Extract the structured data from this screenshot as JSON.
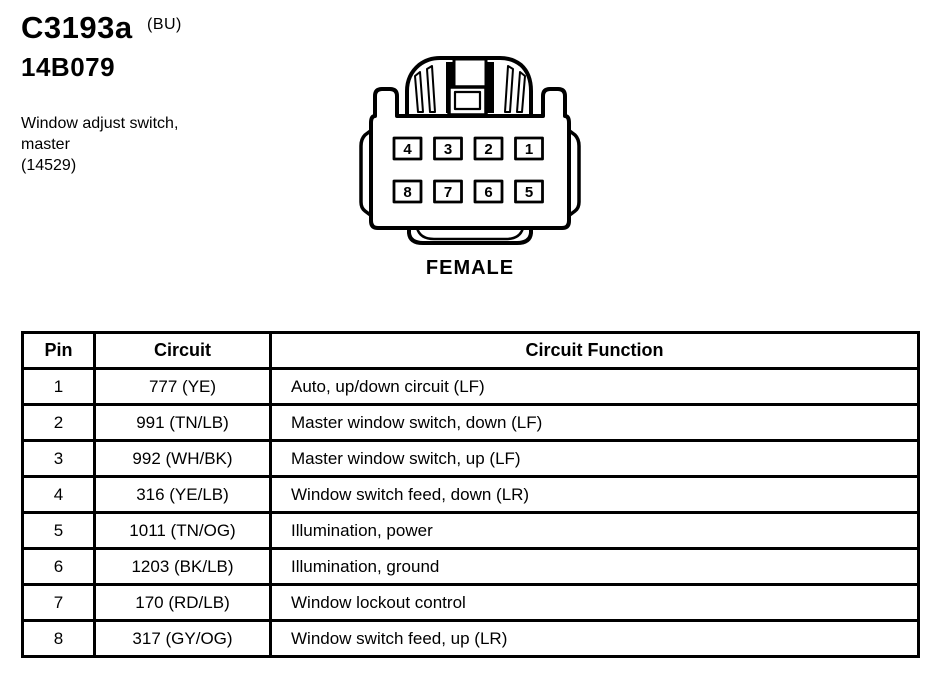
{
  "page": {
    "connector_id": "C3193a",
    "connector_suffix": "(BU)",
    "part_number": "14B079",
    "description_lines": [
      "Window adjust switch,",
      "master",
      "(14529)"
    ],
    "gender_label": "FEMALE"
  },
  "connector": {
    "pins_top_row": [
      "4",
      "3",
      "2",
      "1"
    ],
    "pins_bottom_row": [
      "8",
      "7",
      "6",
      "5"
    ]
  },
  "table": {
    "headers": [
      "Pin",
      "Circuit",
      "Circuit Function"
    ],
    "rows": [
      {
        "pin": "1",
        "circuit": "777 (YE)",
        "function": "Auto, up/down circuit (LF)"
      },
      {
        "pin": "2",
        "circuit": "991 (TN/LB)",
        "function": "Master window switch, down (LF)"
      },
      {
        "pin": "3",
        "circuit": "992 (WH/BK)",
        "function": "Master window switch, up (LF)"
      },
      {
        "pin": "4",
        "circuit": "316 (YE/LB)",
        "function": "Window switch feed, down (LR)"
      },
      {
        "pin": "5",
        "circuit": "1011 (TN/OG)",
        "function": "Illumination, power"
      },
      {
        "pin": "6",
        "circuit": "1203 (BK/LB)",
        "function": "Illumination, ground"
      },
      {
        "pin": "7",
        "circuit": "170 (RD/LB)",
        "function": "Window lockout control"
      },
      {
        "pin": "8",
        "circuit": "317 (GY/OG)",
        "function": "Window switch feed, up (LR)"
      }
    ]
  },
  "colors": {
    "ink": "#000000",
    "paper": "#ffffff"
  }
}
